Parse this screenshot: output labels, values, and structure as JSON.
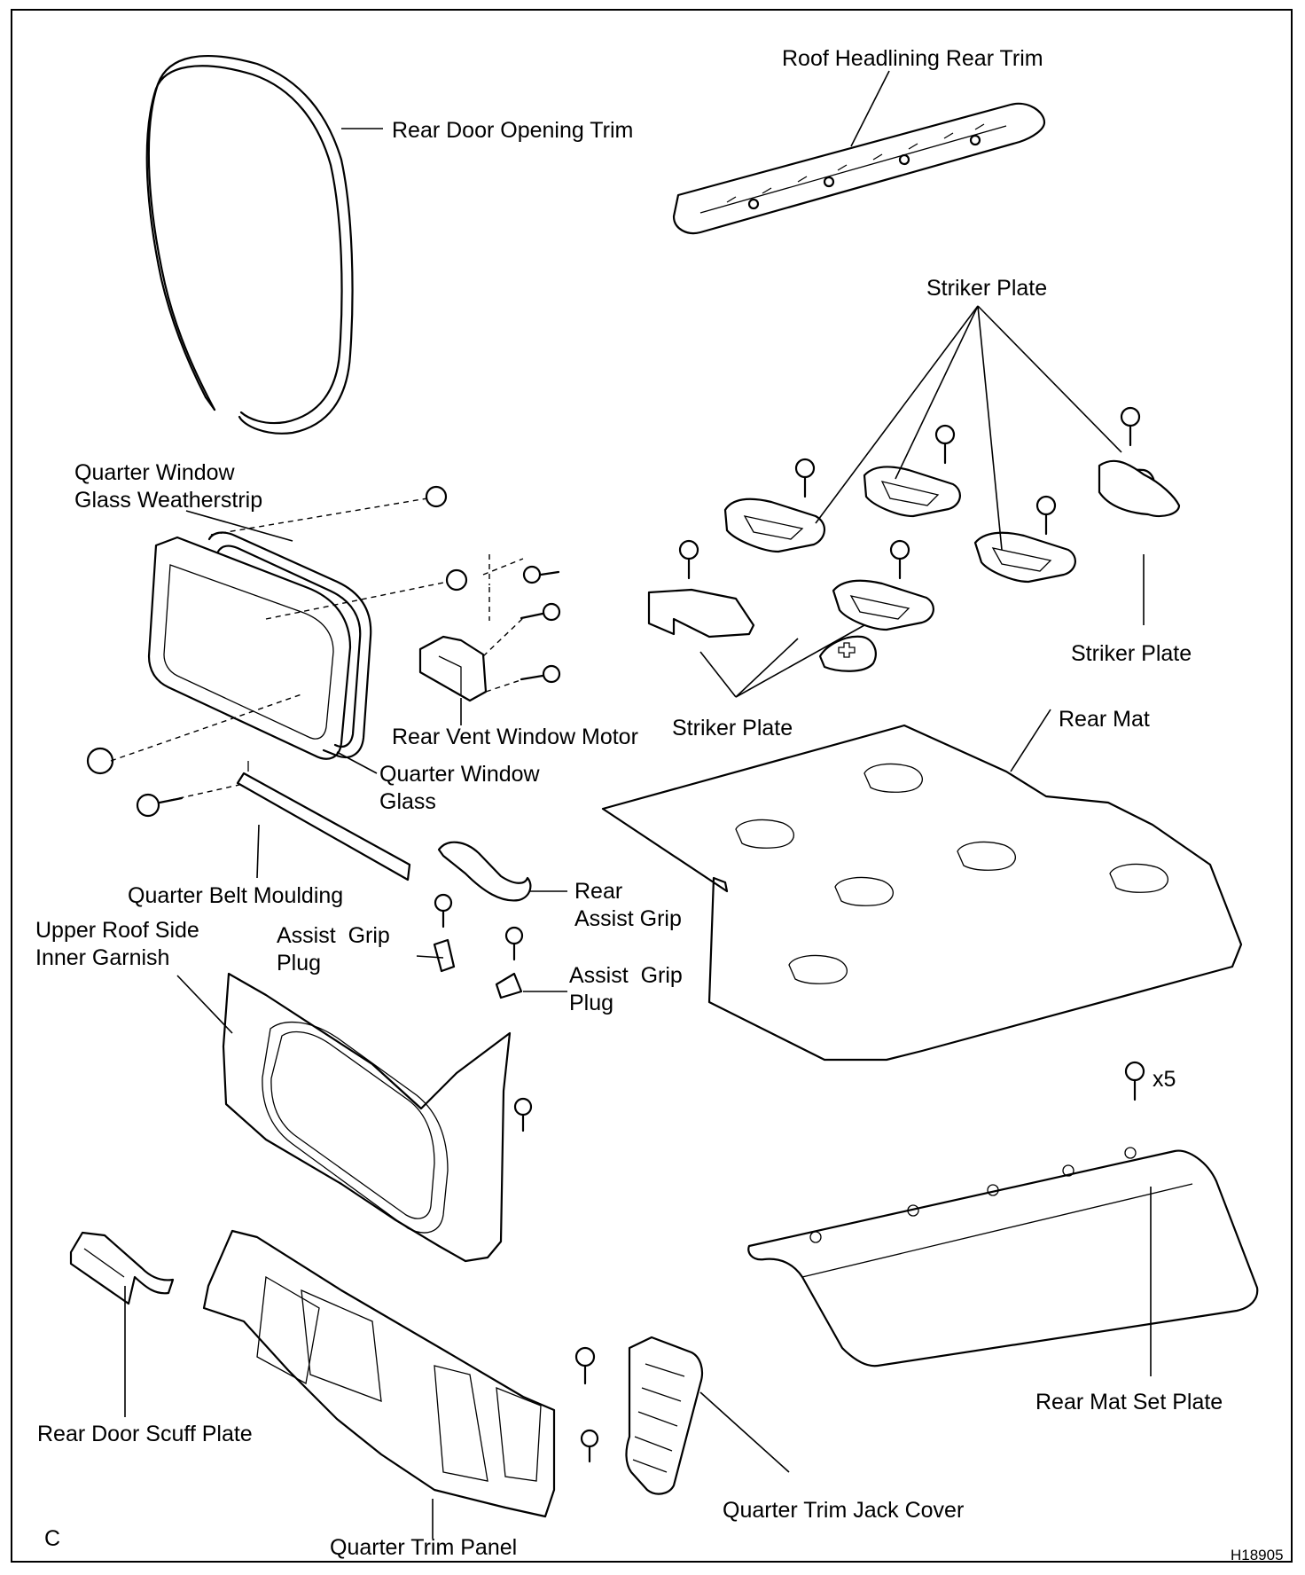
{
  "labels": {
    "rear_door_opening_trim": "Rear Door Opening Trim",
    "roof_headlining_rear_trim": "Roof Headlining Rear Trim",
    "striker_plate_top": "Striker Plate",
    "quarter_window_glass_weatherstrip": "Quarter Window\nGlass Weatherstrip",
    "rear_vent_window_motor": "Rear Vent Window Motor",
    "striker_plate_middle": "Striker Plate",
    "striker_plate_right": "Striker Plate",
    "rear_mat": "Rear Mat",
    "quarter_window_glass": "Quarter Window\nGlass",
    "quarter_belt_moulding": "Quarter Belt Moulding",
    "rear_assist_grip": "Rear\nAssist Grip",
    "upper_roof_side_inner_garnish": "Upper Roof Side\nInner Garnish",
    "assist_grip_plug_left": "Assist  Grip\nPlug",
    "assist_grip_plug_right": "Assist  Grip\nPlug",
    "quantity_x5": "x5",
    "rear_mat_set_plate": "Rear Mat Set Plate",
    "rear_door_scuff_plate": "Rear Door Scuff Plate",
    "quarter_trim_jack_cover": "Quarter Trim Jack Cover",
    "quarter_trim_panel": "Quarter Trim Panel",
    "corner_letter": "C",
    "figure_code": "H18905"
  }
}
